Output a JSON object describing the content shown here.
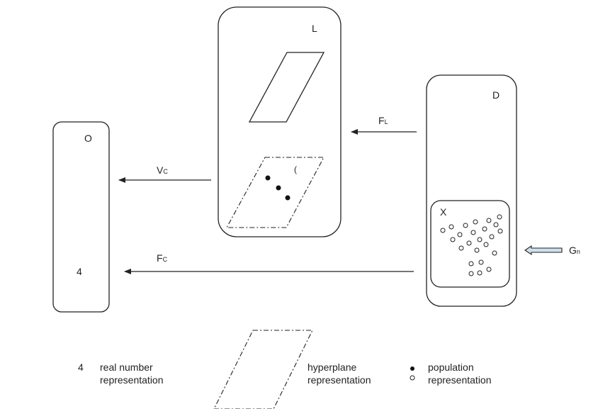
{
  "boxes": {
    "o": {
      "label": "O",
      "value": "4"
    },
    "l": {
      "label": "L",
      "point_label": "("
    },
    "d": {
      "label": "D",
      "inner_label": "X"
    }
  },
  "arrows": {
    "fl": {
      "main": "F",
      "sub": "L"
    },
    "vc": {
      "main": "V",
      "sub": "C"
    },
    "fc": {
      "main": "F",
      "sub": "C"
    },
    "gn": {
      "main": "G",
      "sub": "n"
    }
  },
  "legend": {
    "real_number": {
      "symbol": "4",
      "line1": "real number",
      "line2": "representation"
    },
    "hyperplane": {
      "line1": "hyperplane",
      "line2": "representation"
    },
    "population": {
      "line1": "population",
      "line2": "representation"
    }
  }
}
